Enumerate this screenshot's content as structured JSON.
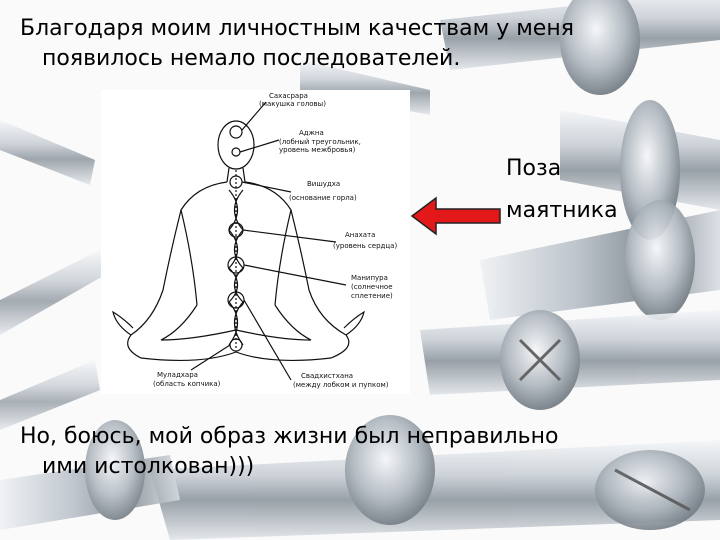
{
  "slide": {
    "title_line1": "Благодаря моим личностным качествам у меня",
    "title_line2": "появилось немало последователей.",
    "pose_label_line1": "Поза",
    "pose_label_line2": "маятника",
    "bottom_line1": "Но, боюсь, мой образ жизни был неправильно",
    "bottom_line2": "ими истолкован)))"
  },
  "figure": {
    "labels": {
      "sahasrara": "Сахасрара",
      "sahasrara_sub": "(макушка головы)",
      "ajna": "Аджна",
      "ajna_sub1": "(лобный треугольник,",
      "ajna_sub2": "уровень межбровья)",
      "vishuddha": "Вишудха",
      "vishuddha_sub": "(основание горла)",
      "anahata": "Анахата",
      "anahata_sub": "(уровень сердца)",
      "manipura": "Манипура",
      "manipura_sub1": "(солнечное",
      "manipura_sub2": "сплетение)",
      "muladhara": "Муладхара",
      "muladhara_sub": "(область копчика)",
      "svadhisthana": "Свадхистхана",
      "svadhisthana_sub": "(между лобком и пупком)"
    }
  },
  "colors": {
    "arrow": "#e31919",
    "text": "#000000"
  }
}
